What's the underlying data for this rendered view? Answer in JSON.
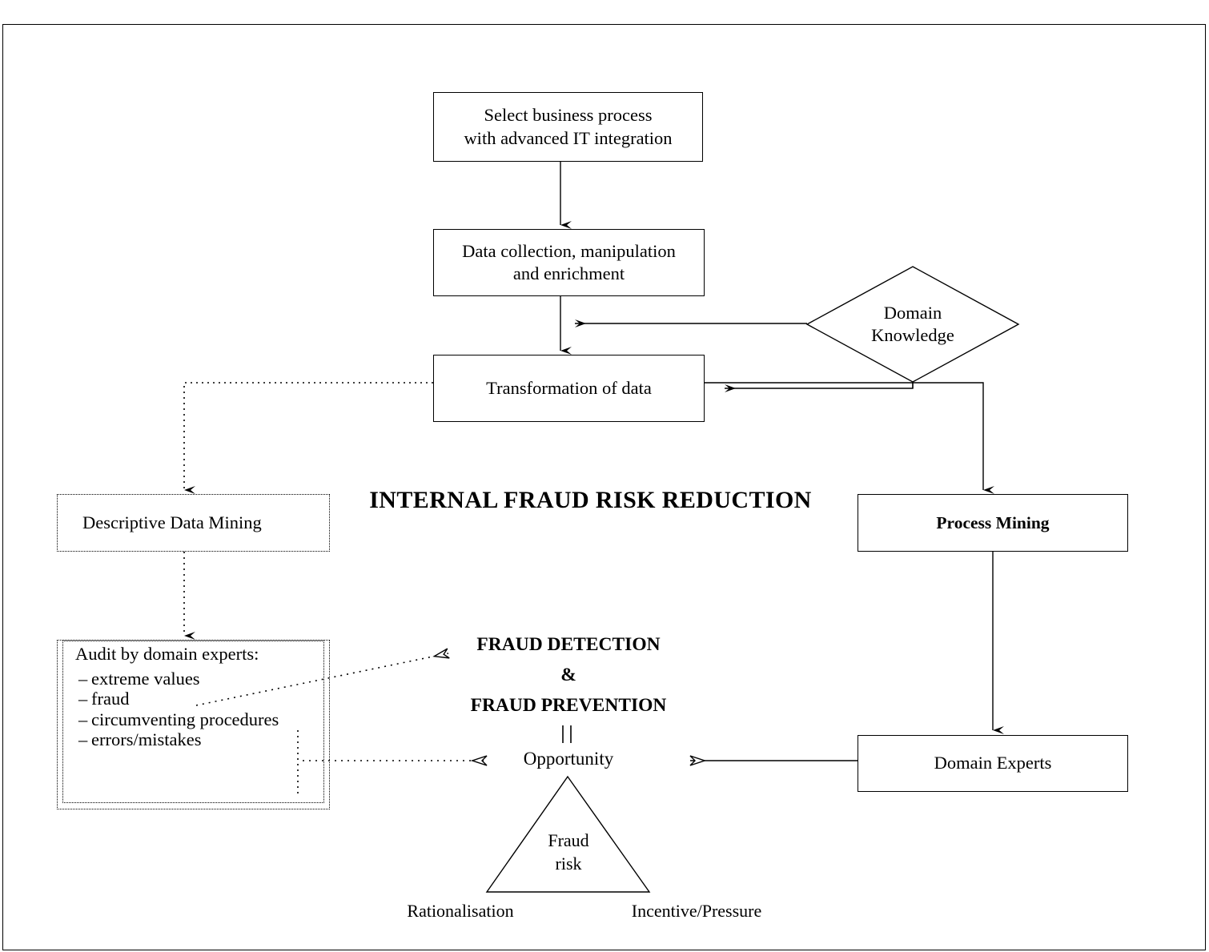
{
  "diagram": {
    "title": "INTERNAL FRAUD RISK REDUCTION",
    "nodes": {
      "select_process": "Select business process\nwith advanced IT integration",
      "select_process_line1": "Select business process",
      "select_process_line2": "with advanced IT integration",
      "data_collection_line1": "Data collection, manipulation",
      "data_collection_line2": "and enrichment",
      "transformation": "Transformation of data",
      "domain_knowledge_line1": "Domain",
      "domain_knowledge_line2": "Knowledge",
      "descriptive_data_mining": "Descriptive Data Mining",
      "process_mining": "Process Mining",
      "domain_experts": "Domain Experts"
    },
    "audit": {
      "heading": "Audit by domain experts:",
      "items": [
        "extreme values",
        "fraud",
        "circumventing procedures",
        "errors/mistakes"
      ],
      "bullet": "–"
    },
    "center": {
      "fraud_detection": "FRAUD DETECTION",
      "ampersand": "&",
      "fraud_prevention": "FRAUD PREVENTION",
      "equals_symbol": "||",
      "opportunity": "Opportunity"
    },
    "triangle": {
      "label_line1": "Fraud",
      "label_line2": "risk",
      "corner_left": "Rationalisation",
      "corner_right": "Incentive/Pressure"
    },
    "colors": {
      "stroke": "#000000",
      "background": "#ffffff"
    }
  }
}
